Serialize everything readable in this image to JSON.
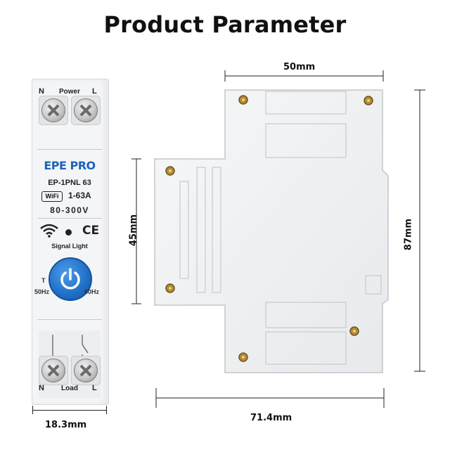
{
  "title": "Product Parameter",
  "breaker": {
    "top_left": "N",
    "top_center": "Power",
    "top_right": "L",
    "brand": "EPE PRO",
    "model": "EP-1PNL 63",
    "wifi_badge": "WiFi",
    "current": "1-63A",
    "voltage": "80-300V",
    "ce_mark": "CE",
    "signal_label": "Signal Light",
    "t_label": "T",
    "hz_left": "50Hz",
    "hz_right": "60Hz",
    "bottom_left": "N",
    "bottom_center": "Load",
    "bottom_right": "L",
    "button_color": "#1f6fc8",
    "brand_color": "#1e63b8",
    "icons": [
      "screw-icon",
      "wifi-signal-icon",
      "power-icon"
    ]
  },
  "dimensions": {
    "width_breaker": "18.3mm",
    "top_width": "50mm",
    "left_height": "45mm",
    "right_height": "87mm",
    "bottom_width": "71.4mm"
  }
}
